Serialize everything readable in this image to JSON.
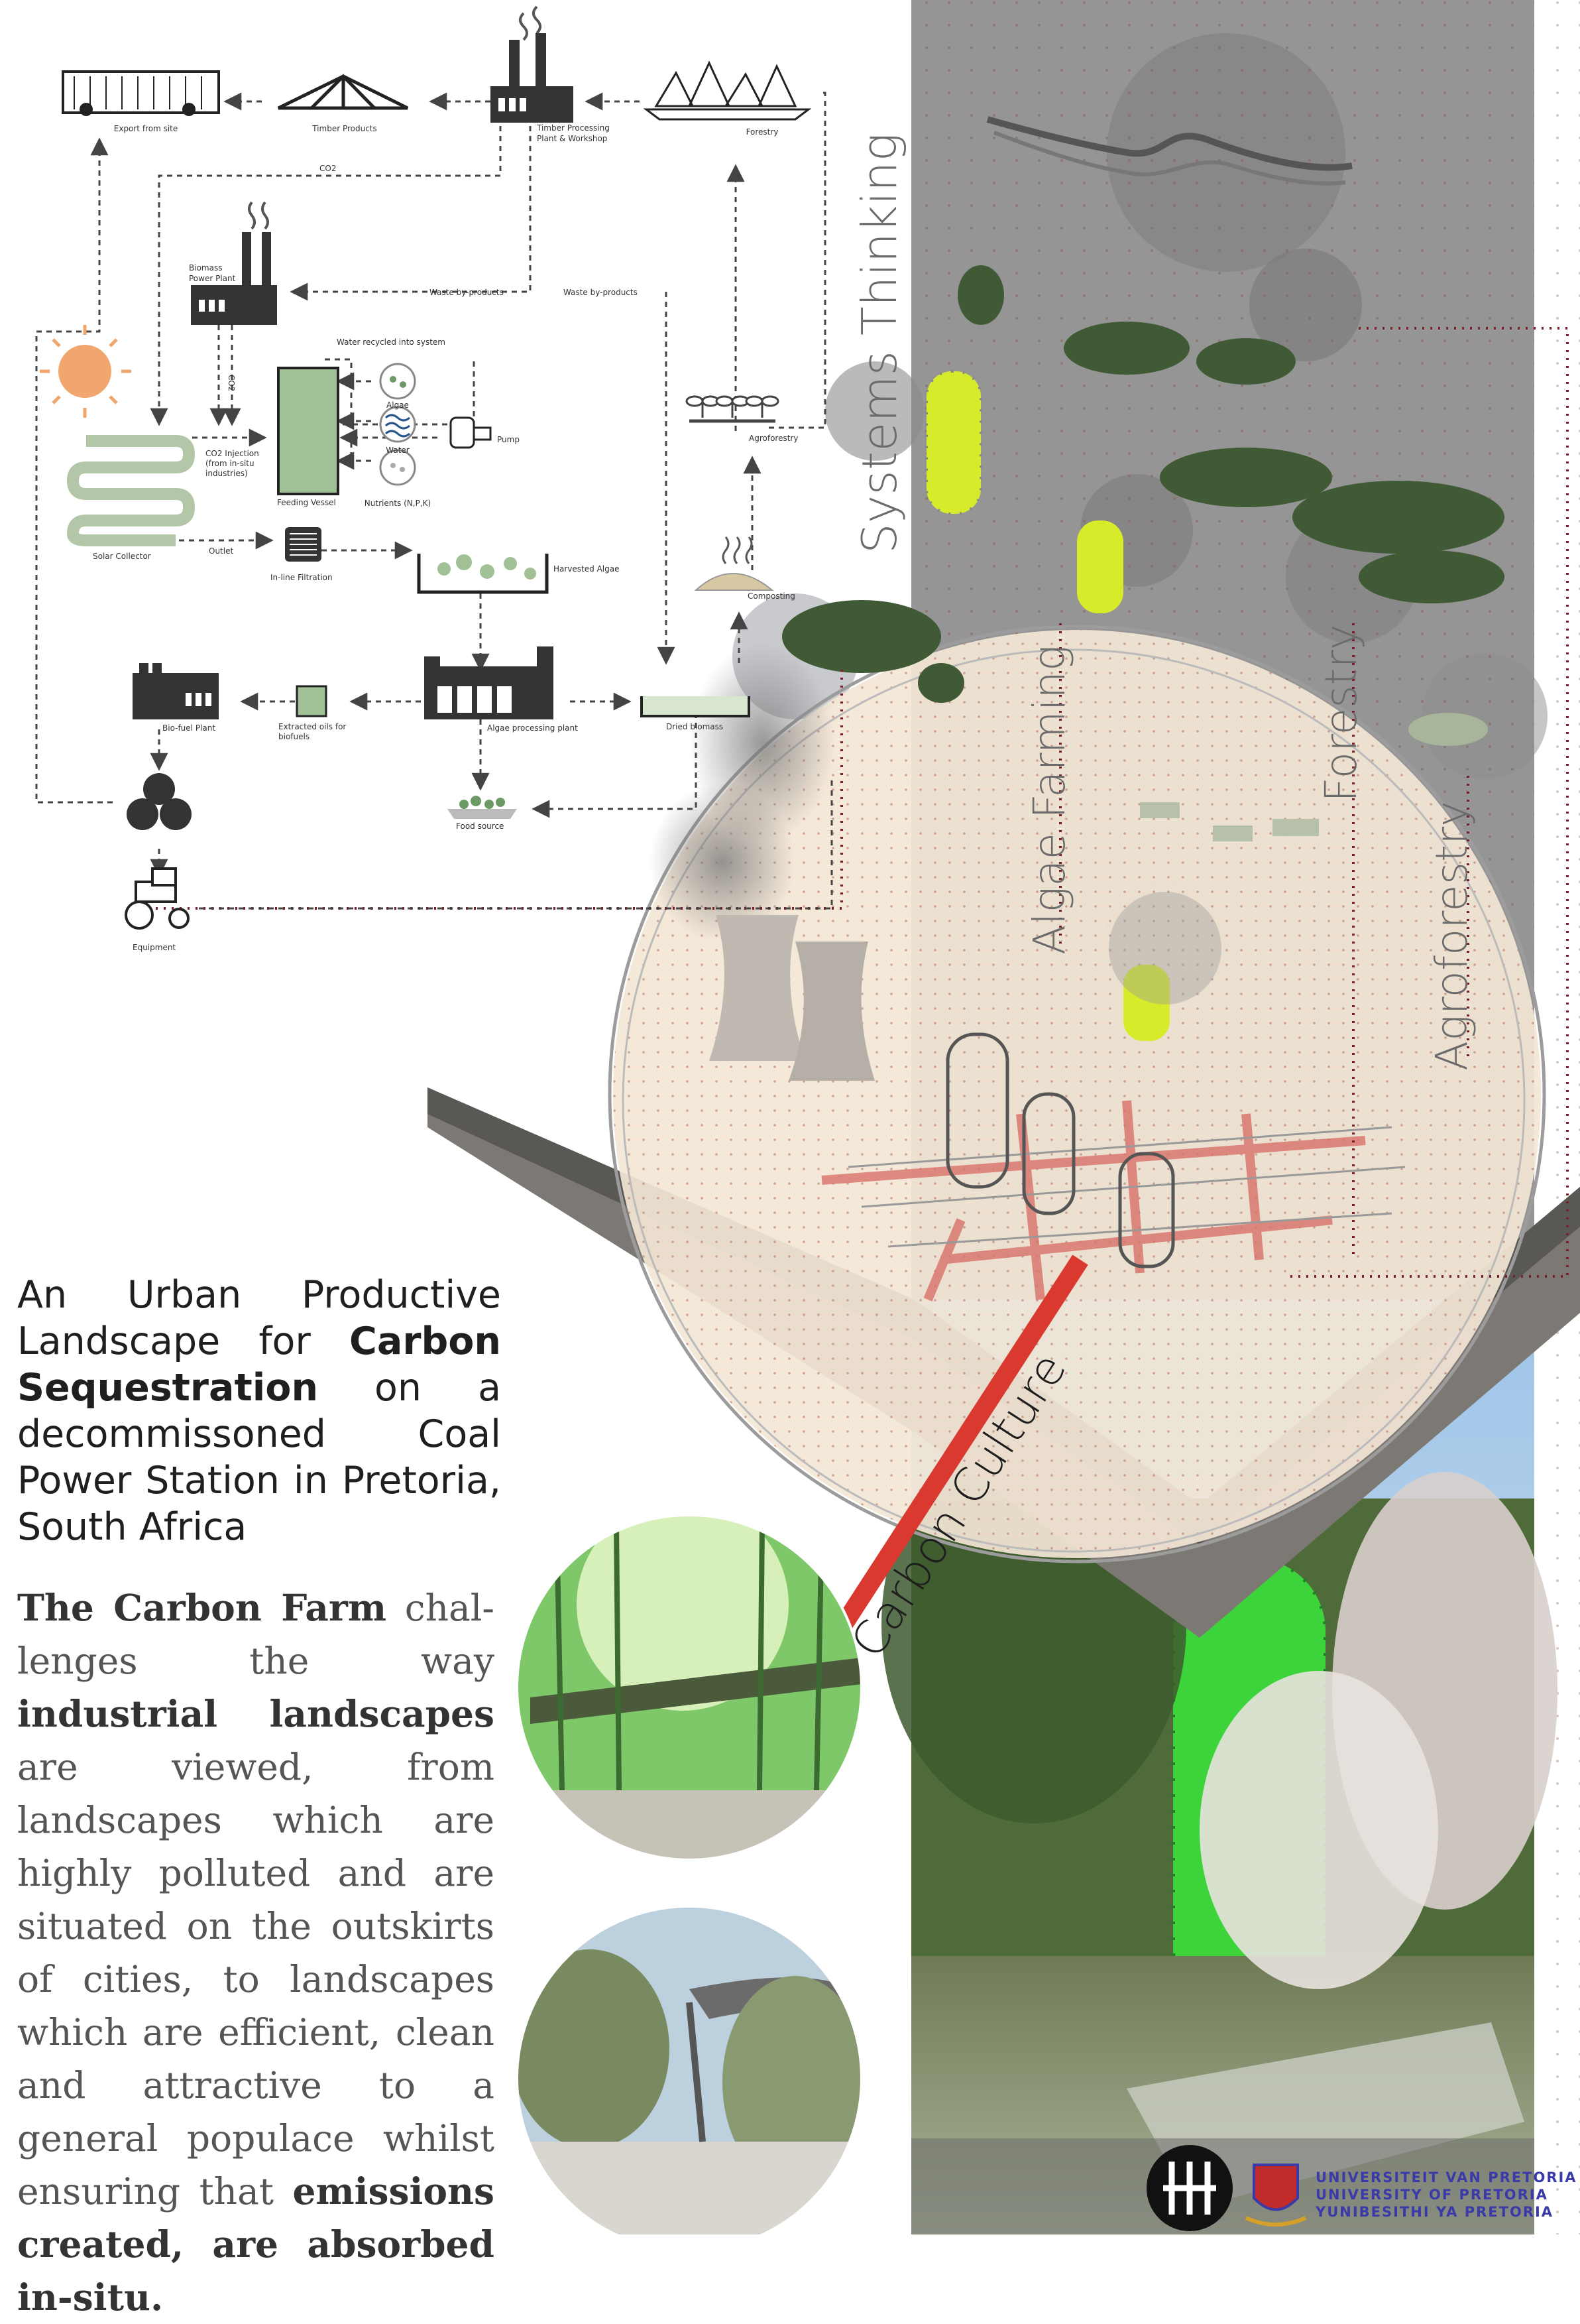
{
  "flow": {
    "export": "Export from site",
    "timber_products": "Timber Products",
    "timber_plant": [
      "Timber Processing",
      "Plant & Workshop"
    ],
    "forestry": "Forestry",
    "co2": "CO2",
    "biomass_plant": [
      "Biomass",
      "Power Plant"
    ],
    "waste1": "Waste by-products",
    "waste2": "Waste by-products",
    "co2_vertical": "CO2",
    "water_recycled": "Water recycled into system",
    "algae": "Algae",
    "water": "Water",
    "nutrients": "Nutrients (N,P,K)",
    "feeding_vessel": "Feeding Vessel",
    "co2_injection": [
      "CO2 Injection",
      "(from in-situ",
      "industries)"
    ],
    "pump": "Pump",
    "solar_collector": "Solar Collector",
    "outlet": "Outlet",
    "inline_filtration": "In-line Filtration",
    "harvested_algae": "Harvested Algae",
    "agroforestry": "Agroforestry",
    "composting": "Composting",
    "biofuel_plant": "Bio-fuel Plant",
    "extracted_oils": [
      "Extracted oils for",
      "biofuels"
    ],
    "algae_processing": "Algae processing plant",
    "dried_biomass": "Dried biomass",
    "food_source": "Food source",
    "equipment": "Equipment"
  },
  "headings": {
    "systems_thinking": "Systems Thinking",
    "algae_farming": "Algae Farming",
    "forestry": "Forestry",
    "agroforestry": "Agroforestry",
    "carbon_culture": "Carbon Culture"
  },
  "title": {
    "part1": "An Urban Productive Land­scape for ",
    "bold": "Carbon Seques­tration",
    "part2": " on a decommis­soned Coal Power Station in Pretoria, South Africa"
  },
  "body": {
    "b1": "The Carbon Farm",
    "t1": " chal­lenges the way ",
    "b2": "industrial landscapes",
    "t2": " are viewed, from landscapes which are highly polluted and are situ­ated on the outskirts of cities, to landscapes which are efficient, clean and at­tractive to a general popu­lace whilst ensuring that ",
    "b3": "emissions created, are absorbed in-situ."
  },
  "university": {
    "line1": "UNIVERSITEIT VAN PRETORIA",
    "line2": "UNIVERSITY OF PRETORIA",
    "line3": "YUNIBESITHI YA PRETORIA"
  },
  "colors": {
    "beige_circle": "#f3e6d6",
    "grey_texture": "#9a9a9a",
    "algae_yellow": "#d6ec2a",
    "plan_red": "#d9726a",
    "tree_green": "#3f5a35",
    "render_green": "#39e63c",
    "uni_blue": "#3a3aa8"
  },
  "icons": [
    "truck-icon",
    "roof-truss-icon",
    "factory-icon",
    "forest-icon",
    "sun-icon",
    "solar-collector-icon",
    "vessel-icon",
    "pump-icon",
    "filter-icon",
    "tray-icon",
    "compost-icon",
    "sprout-icon",
    "processing-plant-icon",
    "jar-icon",
    "biomass-tray-icon",
    "food-tray-icon",
    "barrels-icon",
    "tractor-icon"
  ]
}
